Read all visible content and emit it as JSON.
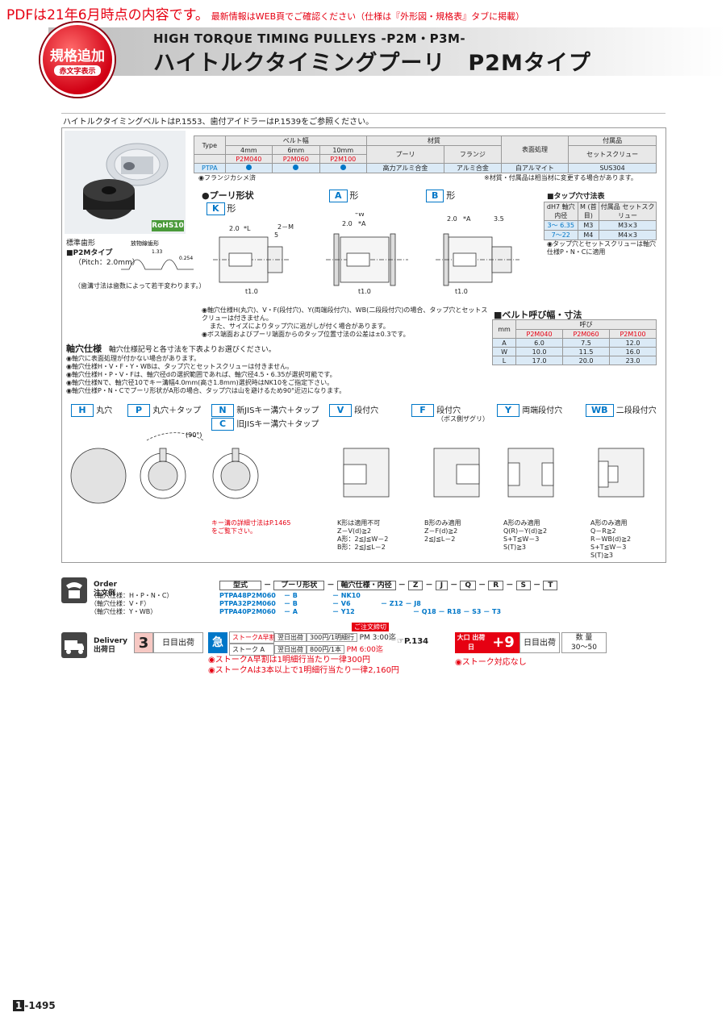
{
  "top_note": {
    "large": "PDFは21年6月時点の内容です。",
    "small": "最新情報はWEB頁でご確認ください（仕様は『外形図・規格表』タブに掲載）"
  },
  "badge": {
    "line1": "規格追加",
    "line2": "赤文字表示"
  },
  "title": {
    "en": "HIGH TORQUE TIMING PULLEYS -P2M・P3M-",
    "jp": "ハイトルクタイミングプーリ　P2Mタイプ"
  },
  "reference": "ハイトルクタイミングベルトはP.1553、歯付アイドラーはP.1539をご参照ください。",
  "rohs": "RoHS10",
  "spec_table": {
    "type_label": "Type",
    "belt_width_label": "ベルト幅",
    "widths": [
      "4mm",
      "6mm",
      "10mm"
    ],
    "codes": [
      "P2M040",
      "P2M060",
      "P2M100"
    ],
    "material_label": "材質",
    "pulley_label": "プーリ",
    "flange_label": "フランジ",
    "surface_label": "表面処理",
    "accessory_label": "付属品",
    "screw_label": "セットスクリュー",
    "type_value": "PTPA",
    "pulley_material": "高力アルミ合金",
    "flange_material": "アルミ合金",
    "surface_value": "白アルマイト",
    "screw_material": "SUS304",
    "flange_note": "フランジカシメ済",
    "material_note": "※材質・付属品は相当材に変更する場合があります。"
  },
  "shape": {
    "title": "プーリ形状",
    "k": "K",
    "a": "A",
    "b": "B",
    "suffix": "形"
  },
  "tooth": {
    "title": "標準歯形",
    "type": "P2Mタイプ",
    "pitch": "（Pitch：2.0mm）",
    "note": "（歯溝寸法は歯数によって若干変わります。）",
    "radius_label": "放物線歯形",
    "dim1": "1.33",
    "dim2": "0.254"
  },
  "tap_table": {
    "title": "タップ穴寸法表",
    "h1": "dH7 軸穴内径",
    "h2": "M (首目)",
    "h3": "付属品 セットスクリュー",
    "rows": [
      [
        "3～ 6.35",
        "M3",
        "M3×3"
      ],
      [
        "7～22",
        "M4",
        "M4×3"
      ]
    ],
    "note": "タップ穴とセットスクリューは軸穴仕様P・N・Cに適用"
  },
  "dims": {
    "two": "2.0",
    "star_l": "*L",
    "star_a": "*A",
    "star_w": "*W",
    "two_m": "2－M",
    "three_five": "3.5",
    "t": "t1.0",
    "five": "5"
  },
  "drawing_notes": [
    "軸穴仕様H(丸穴)、V・F(段付穴)、Y(両端段付穴)、WB(二段段付穴)の場合、タップ穴とセットスクリューは付きません。",
    "また、サイズによりタップ穴に逃がしが付く場合があります。",
    "ボス端面およびプーリ端面からのタップ位置寸法の公差は±0.3です。"
  ],
  "belt_table": {
    "title": "ベルト呼び幅・寸法",
    "mm": "mm",
    "call": "呼び",
    "cols": [
      "P2M040",
      "P2M060",
      "P2M100"
    ],
    "rows": [
      [
        "A",
        "6.0",
        "7.5",
        "12.0"
      ],
      [
        "W",
        "10.0",
        "11.5",
        "16.0"
      ],
      [
        "L",
        "17.0",
        "20.0",
        "23.0"
      ]
    ]
  },
  "bore": {
    "title": "軸穴仕様",
    "subtitle": "軸穴仕様記号と各寸法を下表よりお選びください。",
    "notes": [
      "軸穴に表面処理が付かない場合があります。",
      "軸穴仕様H・V・F・Y・WBは、タップ穴とセットスクリューは付きません。",
      "軸穴仕様H・P・V・Fは、軸穴径dの選択範囲であれば、軸穴径4.5・6.35が選択可能です。",
      "軸穴仕様Nで、軸穴径10でキー溝幅4.0mm(高さ1.8mm)選択時はNK10をご指定下さい。",
      "軸穴仕様P・N・Cでプーリ形状がA形の場合、タップ穴は山を避けるため90°近辺になります。"
    ],
    "types": [
      {
        "code": "H",
        "label": "丸穴"
      },
      {
        "code": "P",
        "label": "丸穴＋タップ"
      },
      {
        "code": "N",
        "label": "新JISキー溝穴＋タップ"
      },
      {
        "code": "C",
        "label": "旧JISキー溝穴＋タップ"
      },
      {
        "code": "V",
        "label": "段付穴"
      },
      {
        "code": "F",
        "label": "段付穴"
      },
      {
        "code": "Y",
        "label": "両端段付穴"
      },
      {
        "code": "WB",
        "label": "二段段付穴"
      }
    ],
    "f_sub": "（ボス側ザグリ）",
    "key_note": "キー溝の詳細寸法はP.1465をご覧下さい。",
    "angle": "(90°)",
    "v_notes": [
      "K形は適用不可",
      "Z－V(d)≧2",
      "A形：2≦J≦W－2",
      "B形：2≦J≦L－2"
    ],
    "f_notes": [
      "B形のみ適用",
      "Z－F(d)≧2",
      "2≦J≦L－2"
    ],
    "y_notes": [
      "A形のみ適用",
      "Q(R)－Y(d)≧2",
      "S+T≦W－3",
      "S(T)≧3"
    ],
    "wb_notes": [
      "A形のみ適用",
      "Q－R≧2",
      "R－WB(d)≧2",
      "S+T≦W－3",
      "S(T)≧3"
    ]
  },
  "order": {
    "label_en": "Order",
    "label_jp": "注文例",
    "headers": [
      "型式",
      "プーリ形状",
      "軸穴仕様・内径",
      "Z",
      "J",
      "Q",
      "R",
      "S",
      "T"
    ],
    "rows": [
      {
        "cond": "（軸穴仕様：H・P・N・C）",
        "model": "PTPA48P2M060",
        "shape": "B",
        "bore": "NK10",
        "rest": ""
      },
      {
        "cond": "（軸穴仕様：V・F）",
        "model": "PTPA32P2M060",
        "shape": "B",
        "bore": "V6",
        "rest": "Z12 － J8"
      },
      {
        "cond": "（軸穴仕様：Y・WB）",
        "model": "PTPA40P2M060",
        "shape": "A",
        "bore": "Y12",
        "rest": "Q18 － R18 － S3 － T3"
      }
    ]
  },
  "delivery": {
    "label_en": "Delivery",
    "label_jp": "出荷日",
    "days": "3",
    "days_label": "日目出荷",
    "express_icon": "急",
    "stroke_a_early": "ストークA早割",
    "stroke_a": "ストーク A",
    "next_day": "翌日出荷",
    "fee1": "300円/1明細行",
    "fee2": "800円/1本",
    "deadline_label": "ご注文締切",
    "pm1": "PM 3:00迄",
    "pm2": "PM 6:00迄",
    "page_ref": "P.134",
    "large_label": "大口 出荷日",
    "plus": "+9",
    "plus_label": "日目出荷",
    "qty_label": "数 量",
    "qty": "30～50",
    "note1": "ストークA早割は1明細行当たり一律300円",
    "note2": "ストークAは3本以上で1明細行当たり一律2,160円",
    "note3": "ストーク対応なし"
  },
  "page": {
    "section": "1",
    "number": "-1495"
  }
}
